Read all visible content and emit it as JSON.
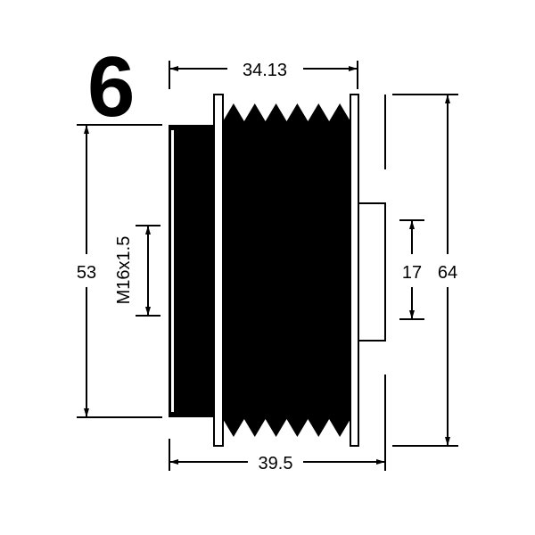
{
  "label_number": "6",
  "dimensions": {
    "top_width": "34.13",
    "bottom_width": "39.5",
    "hub_diameter": "53",
    "thread": "M16x1.5",
    "bore": "17",
    "outer_diameter": "64"
  },
  "colors": {
    "ink": "#000000",
    "paper": "#ffffff"
  }
}
